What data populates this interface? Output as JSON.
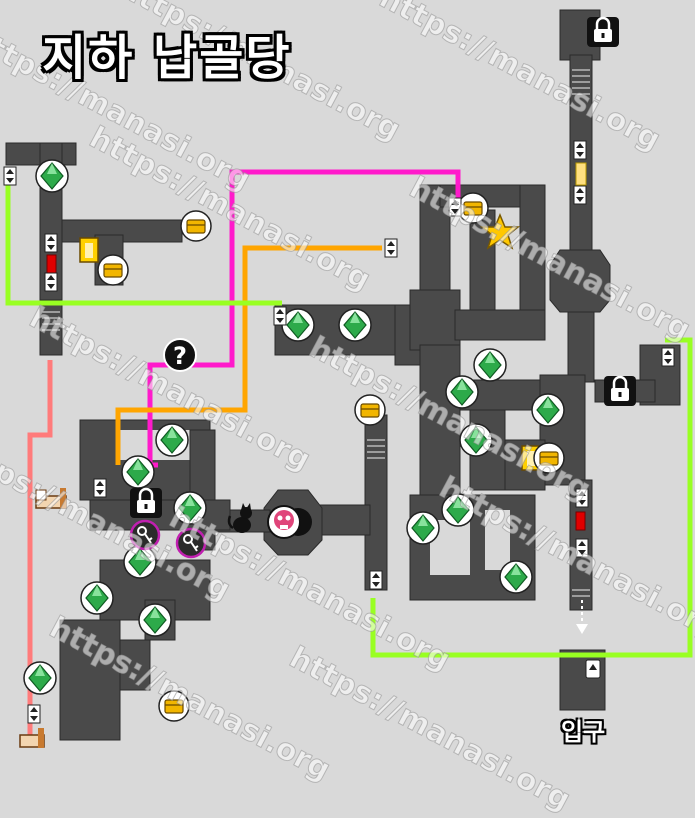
{
  "map": {
    "title": "지하 납골당",
    "entrance_label": "입구",
    "watermark_text": "https://manasi.org",
    "colors": {
      "background": "#d9d9d9",
      "corridor": "#4a4a4a",
      "magenta_route": "#ff1acb",
      "orange_route": "#ffa500",
      "green_route": "#99ff22",
      "pink_route": "#ff7b7b",
      "diamond": "#2daa4a",
      "door_yellow": "#ffd000",
      "barrier_red": "#e00000"
    },
    "icons": {
      "save_point": "diamond-icon",
      "treasure": "treasure-chest-icon",
      "locked_door": "padlock-icon",
      "key": "key-icon",
      "boss": "skull-icon",
      "unknown": "question-mark-icon",
      "goal": "star-icon",
      "bed": "bed-icon",
      "npc": "cat-icon",
      "exit": "door-icon"
    }
  }
}
